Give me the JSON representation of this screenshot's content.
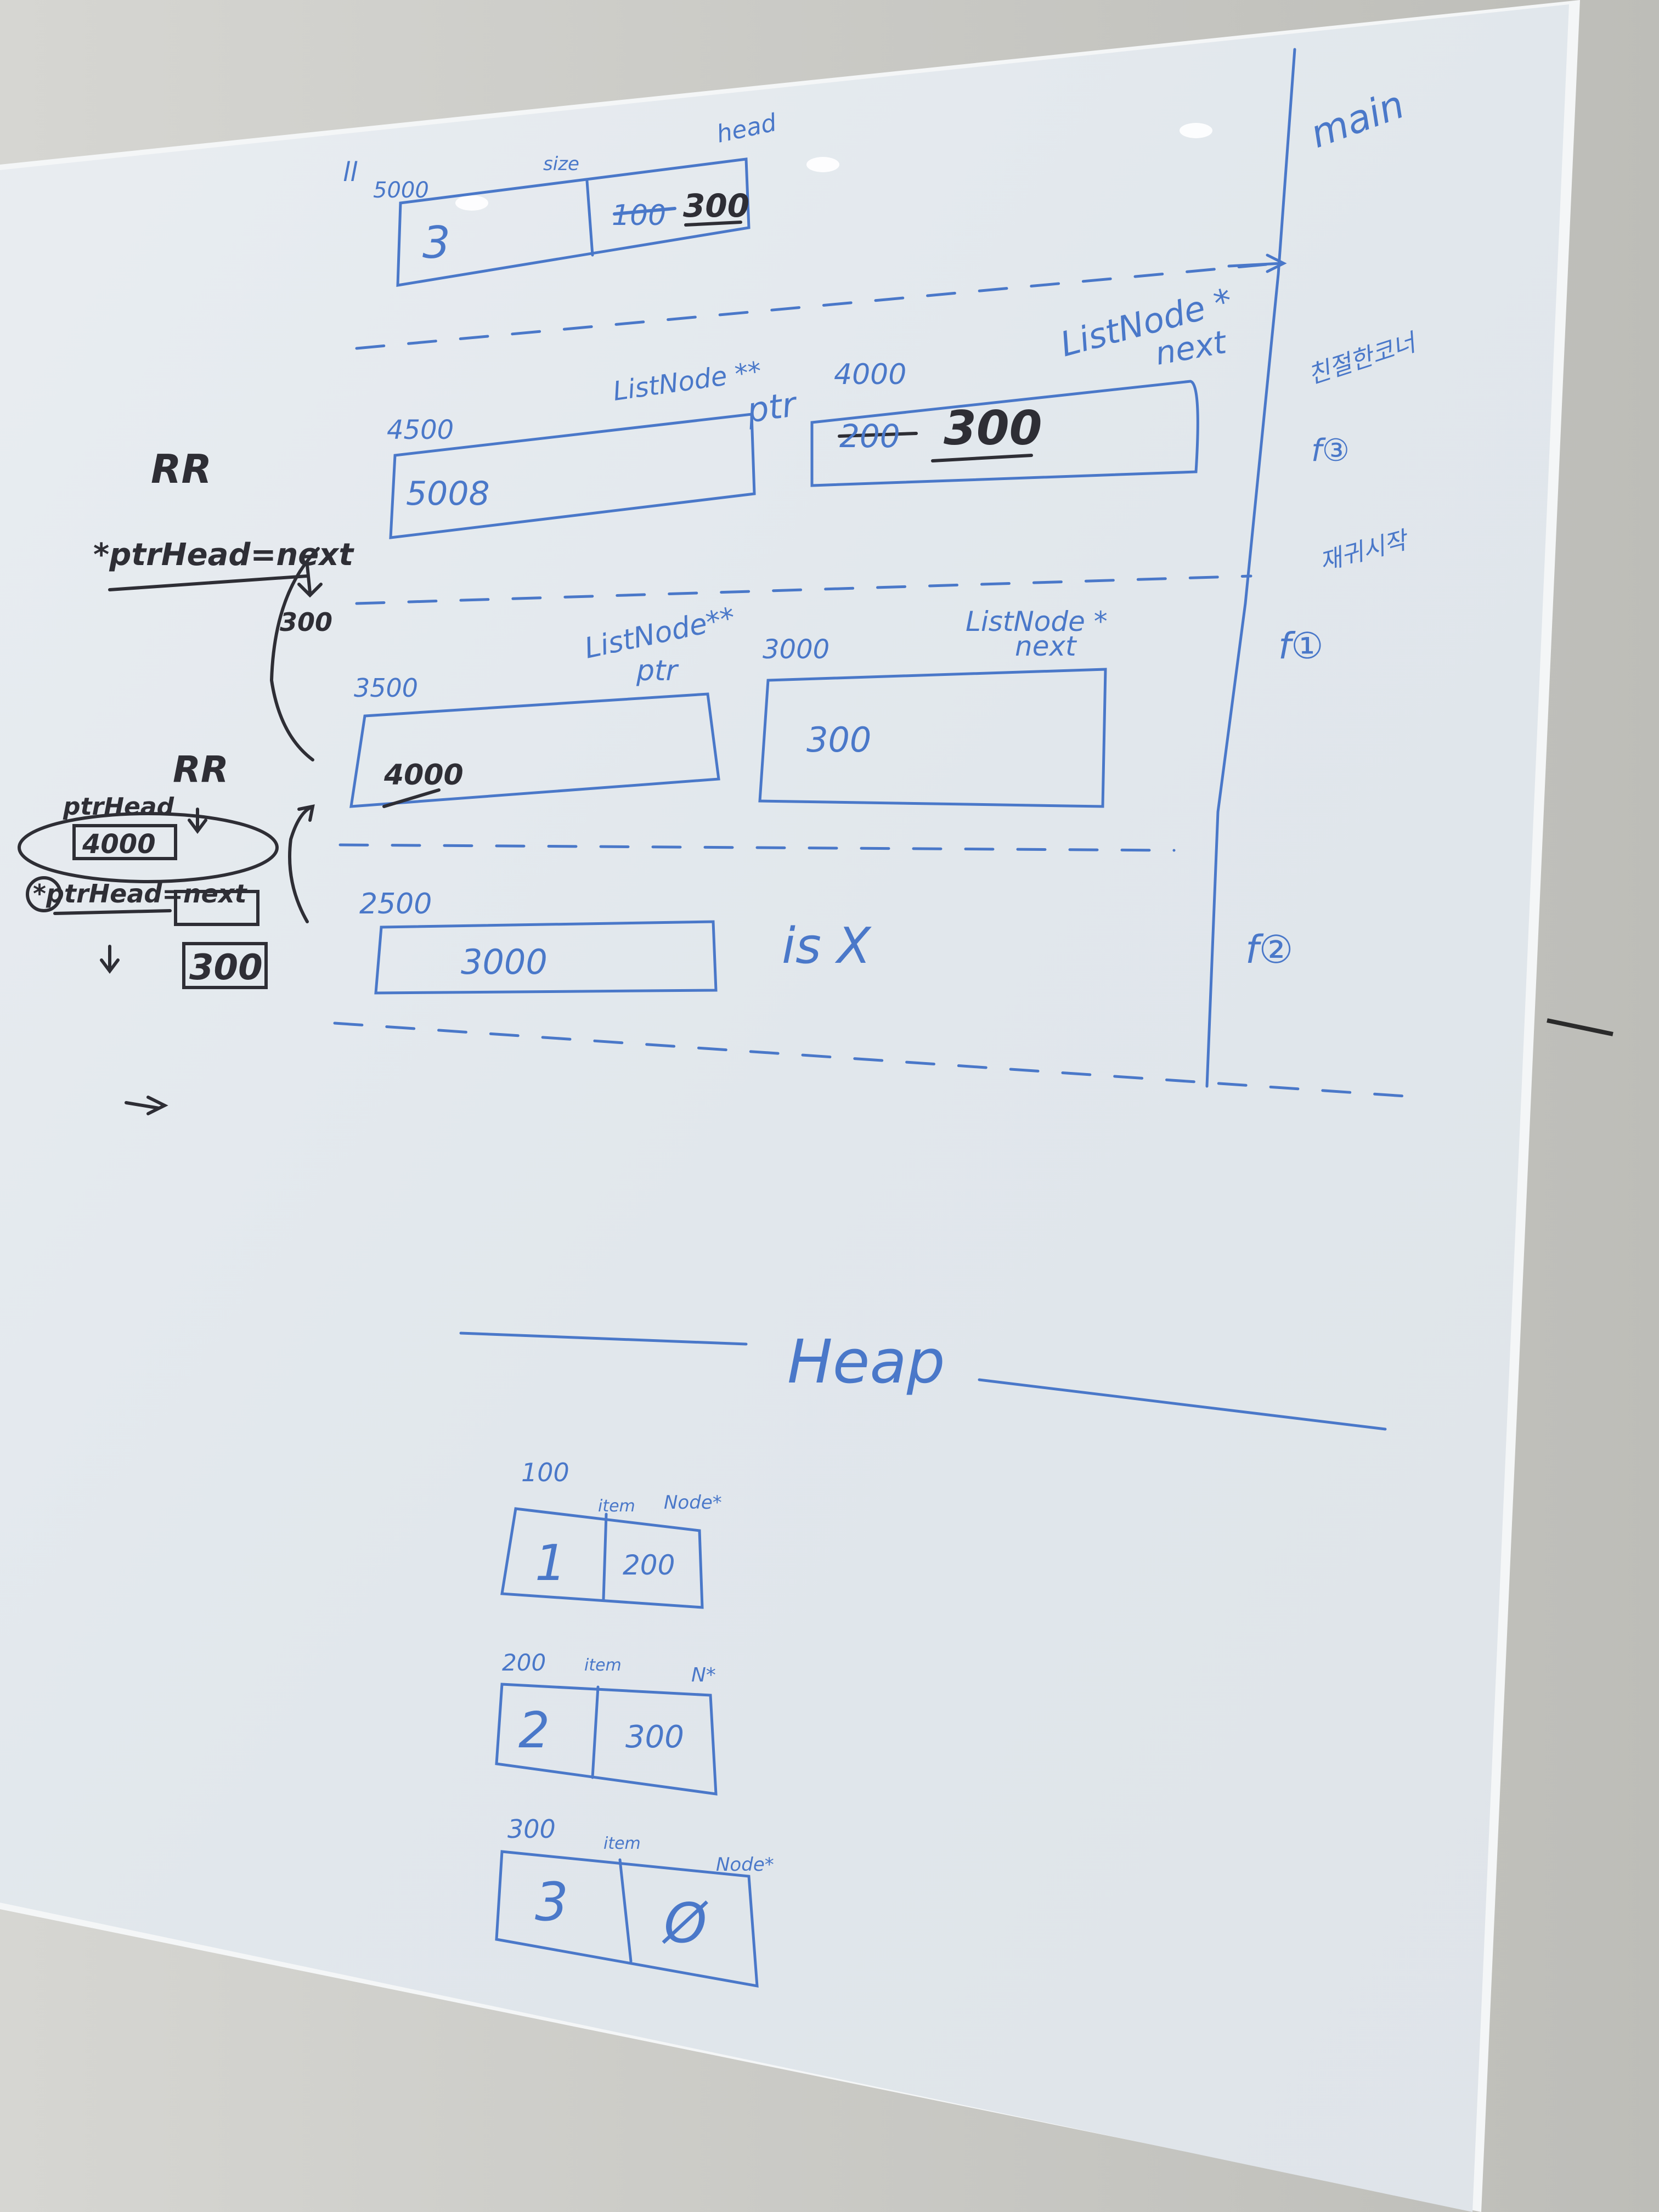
{
  "stack": {
    "ll_label": "ll",
    "ll_addr": "5000",
    "size_label": "size",
    "head_label": "head",
    "box0_size": "3",
    "box0_head_old": "100",
    "box0_head_new": "300",
    "main_label": "main",
    "f3_box1_addr": "4500",
    "f3_box1_type": "ListNode **",
    "f3_box1_name": "ptr",
    "f3_box1_val": "5008",
    "f3_box2_addr": "4000",
    "f3_box2_type": "ListNode *",
    "f3_box2_name": "next",
    "f3_box2_old": "200",
    "f3_box2_val": "300",
    "f3_note": "친절한코너",
    "f3_label": "f③",
    "f1_note": "재귀시작",
    "f1_label": "f①",
    "f1_box1_addr": "3500",
    "f1_box1_type": "ListNode**",
    "f1_box1_name": "ptr",
    "f1_box1_val": "4000",
    "f1_box2_addr": "3000",
    "f1_box2_type": "ListNode *",
    "f1_box2_name": "next",
    "f1_box2_val": "300",
    "f2_box_addr": "2500",
    "f2_box_val": "3000",
    "f2_note": "is X",
    "f2_label": "f②"
  },
  "notes": {
    "rr1": "RR",
    "expr1": "*ptrHead=next",
    "arrow_val": "300",
    "rr2": "RR",
    "ptrhead_label": "ptrHead",
    "ptrhead_val": "4000",
    "expr2": "*ptrHead=next",
    "result_val": "300"
  },
  "heap": {
    "title": "Heap",
    "nodes": [
      {
        "addr": "100",
        "item_label": "item",
        "next_label": "Node*",
        "item": "1",
        "next": "200"
      },
      {
        "addr": "200",
        "item_label": "item",
        "next_label": "N*",
        "item": "2",
        "next": "300"
      },
      {
        "addr": "300",
        "item_label": "item",
        "next_label": "Node*",
        "item": "3",
        "next": "Ø"
      }
    ]
  },
  "colors": {
    "marker_blue": "#4a78c9",
    "marker_black": "#2e2e35",
    "board": "#e4e9ee",
    "wall": "#c8c9c6"
  }
}
